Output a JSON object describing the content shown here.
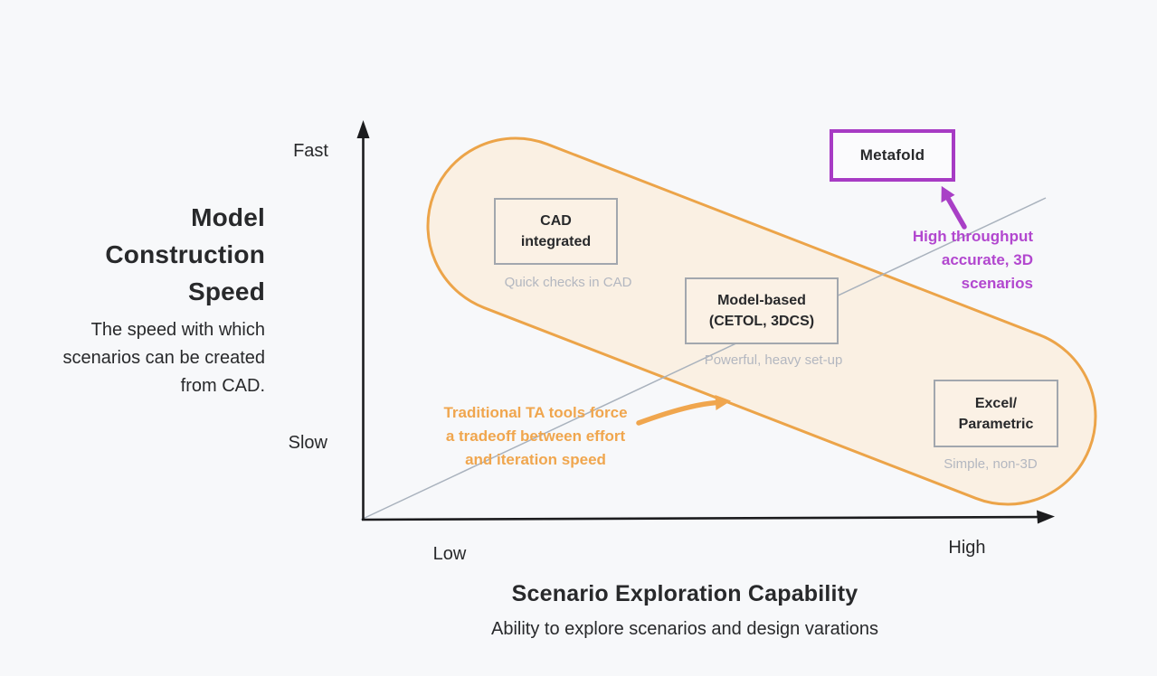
{
  "colors": {
    "background": "#f7f8fa",
    "capsule_fill": "#faf0e3",
    "capsule_border": "#eca449",
    "orange_annotation": "#f0a64e",
    "metafold_border": "#a73bc4",
    "purple_annotation": "#b247cf",
    "tool_box_border": "#a2a7ae",
    "caption_gray": "#b3b7c0",
    "axis_black": "#1c1c1e",
    "diagonal_line_gray": "#a9b2bd",
    "text_dark": "#28292b"
  },
  "y_axis": {
    "title": "Model Construction Speed",
    "description": "The speed with which scenarios can be created from CAD.",
    "top_label": "Fast",
    "bottom_label": "Slow"
  },
  "x_axis": {
    "title": "Scenario Exploration Capability",
    "description": "Ability to explore scenarios and design varations",
    "left_label": "Low",
    "right_label": "High"
  },
  "tools": [
    {
      "label_lines": [
        "CAD",
        "integrated"
      ],
      "caption": "Quick checks in CAD"
    },
    {
      "label_lines": [
        "Model-based",
        "(CETOL, 3DCS)"
      ],
      "caption": "Powerful, heavy set-up"
    },
    {
      "label_lines": [
        "Excel/",
        "Parametric"
      ],
      "caption": "Simple, non-3D"
    }
  ],
  "metafold": {
    "label": "Metafold",
    "annotation_lines": [
      "High throughput",
      "accurate, 3D",
      "scenarios"
    ]
  },
  "tradeoff_annotation_lines": [
    "Traditional TA tools force",
    "a tradeoff between effort",
    "and iteration speed"
  ]
}
